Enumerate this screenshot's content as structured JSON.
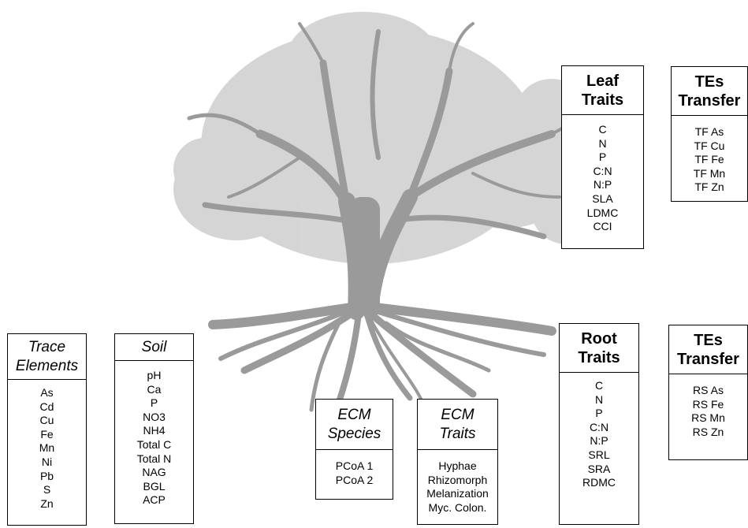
{
  "colors": {
    "tree": "#9a9a9a",
    "canopy": "#b4b4b4",
    "box_border": "#000000"
  },
  "boxes": {
    "trace_elements": {
      "title": [
        "Trace",
        "Elements"
      ],
      "items": [
        "As",
        "Cd",
        "Cu",
        "Fe",
        "Mn",
        "Ni",
        "Pb",
        "S",
        "Zn"
      ]
    },
    "soil": {
      "title": [
        "Soil"
      ],
      "items": [
        "pH",
        "Ca",
        "P",
        "NO3",
        "NH4",
        "Total C",
        "Total N",
        "NAG",
        "BGL",
        "ACP"
      ]
    },
    "ecm_species": {
      "title": [
        "ECM",
        "Species"
      ],
      "items": [
        "PCoA 1",
        "PCoA 2"
      ]
    },
    "ecm_traits": {
      "title": [
        "ECM",
        "Traits"
      ],
      "items": [
        "Hyphae",
        "Rhizomorph",
        "Melanization",
        "Myc. Colon."
      ]
    },
    "root_traits": {
      "title": [
        "Root",
        "Traits"
      ],
      "items": [
        "C",
        "N",
        "P",
        "C:N",
        "N:P",
        "SRL",
        "SRA",
        "RDMC"
      ]
    },
    "tes_transfer_root": {
      "title": [
        "TEs",
        "Transfer"
      ],
      "items": [
        "RS As",
        "RS Fe",
        "RS Mn",
        "RS Zn"
      ]
    },
    "leaf_traits": {
      "title": [
        "Leaf",
        "Traits"
      ],
      "items": [
        "C",
        "N",
        "P",
        "C:N",
        "N:P",
        "SLA",
        "LDMC",
        "CCI"
      ]
    },
    "tes_transfer_leaf": {
      "title": [
        "TEs",
        "Transfer"
      ],
      "items": [
        "TF As",
        "TF Cu",
        "TF Fe",
        "TF Mn",
        "TF Zn"
      ]
    }
  }
}
